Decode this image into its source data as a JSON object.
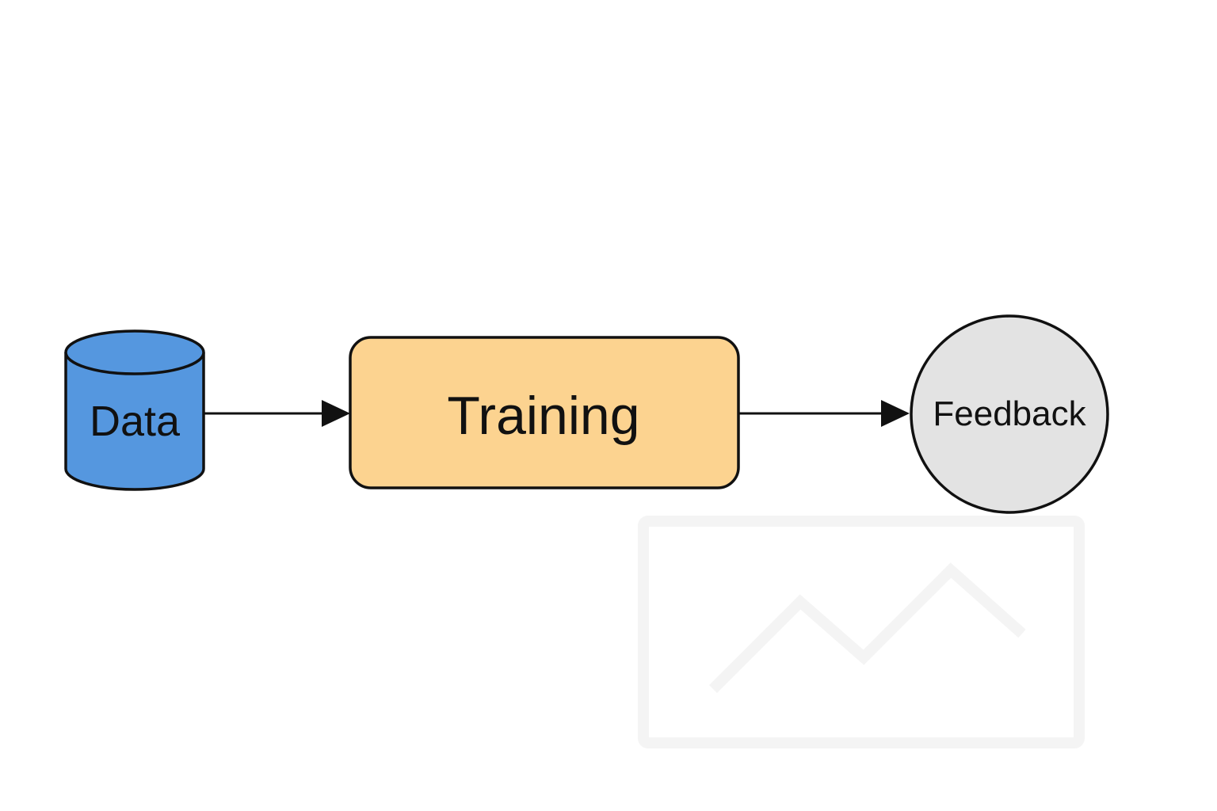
{
  "nodes": {
    "data": {
      "label": "Data",
      "shape": "cylinder",
      "fill": "#5597df"
    },
    "training": {
      "label": "Training",
      "shape": "rounded-rectangle",
      "fill": "#fcd390"
    },
    "feedback": {
      "label": "Feedback",
      "shape": "circle",
      "fill": "#e3e3e3"
    }
  },
  "edges": [
    {
      "from": "Data",
      "to": "Training"
    },
    {
      "from": "Training",
      "to": "Feedback"
    }
  ],
  "colors": {
    "stroke": "#111111",
    "background": "#ffffff",
    "watermark": "#f4f4f4"
  }
}
